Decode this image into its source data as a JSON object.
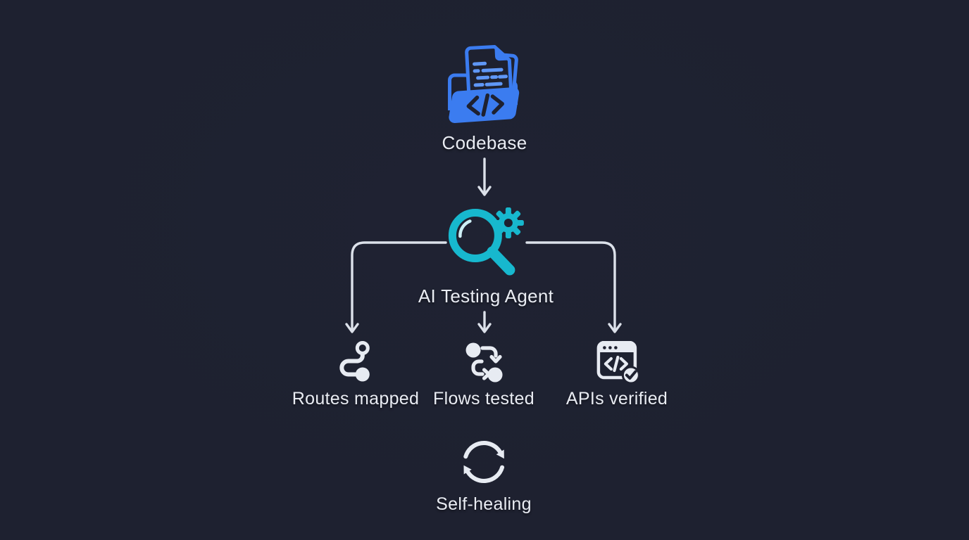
{
  "diagram": {
    "nodes": {
      "codebase": {
        "label": "Codebase",
        "icon": "folder-code-icon"
      },
      "agent": {
        "label": "AI Testing Agent",
        "icon": "magnifier-gear-icon"
      },
      "routes": {
        "label": "Routes mapped",
        "icon": "route-icon"
      },
      "flows": {
        "label": "Flows tested",
        "icon": "flow-arrows-icon"
      },
      "apis": {
        "label": "APIs verified",
        "icon": "browser-code-check-icon"
      },
      "selfhealing": {
        "label": "Self-healing",
        "icon": "refresh-icon"
      }
    },
    "edges": [
      {
        "from": "codebase",
        "to": "agent"
      },
      {
        "from": "agent",
        "to": "routes"
      },
      {
        "from": "agent",
        "to": "flows"
      },
      {
        "from": "agent",
        "to": "apis"
      }
    ]
  },
  "colors": {
    "bg": "#1e2130",
    "ink": "#e9ecf3",
    "line": "#dce1ea",
    "accent-blue": "#3b7cf0",
    "accent-blue-light": "#5f97f6",
    "accent-teal": "#17b8ce",
    "teal-highlight": "#cdeff6",
    "icon-white": "#e7ebf2",
    "dark": "#1e2130"
  }
}
